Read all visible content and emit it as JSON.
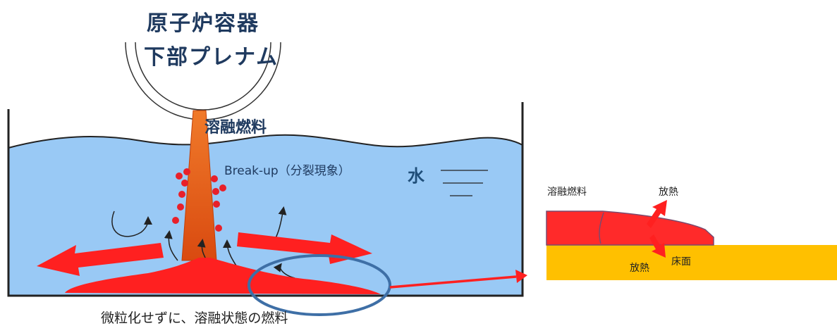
{
  "labels": {
    "vessel_title_line1": "原子炉容器",
    "vessel_title_line2": "下部プレナム",
    "molten_fuel": "溶融燃料",
    "breakup": "Break-up（分裂現象）",
    "water": "水",
    "caption": "微粒化せずに、溶融状態の燃料",
    "detail_molten_fuel": "溶融燃料",
    "detail_heat_top": "放熱",
    "detail_heat_bottom": "放熱",
    "detail_floor": "床面"
  },
  "colors": {
    "water": "#99c9f5",
    "fuel_red": "#ff2020",
    "jet_orange": "#e8601c",
    "floor": "#ffc000",
    "ellipse": "#3e6fa6",
    "outline": "#222222"
  }
}
